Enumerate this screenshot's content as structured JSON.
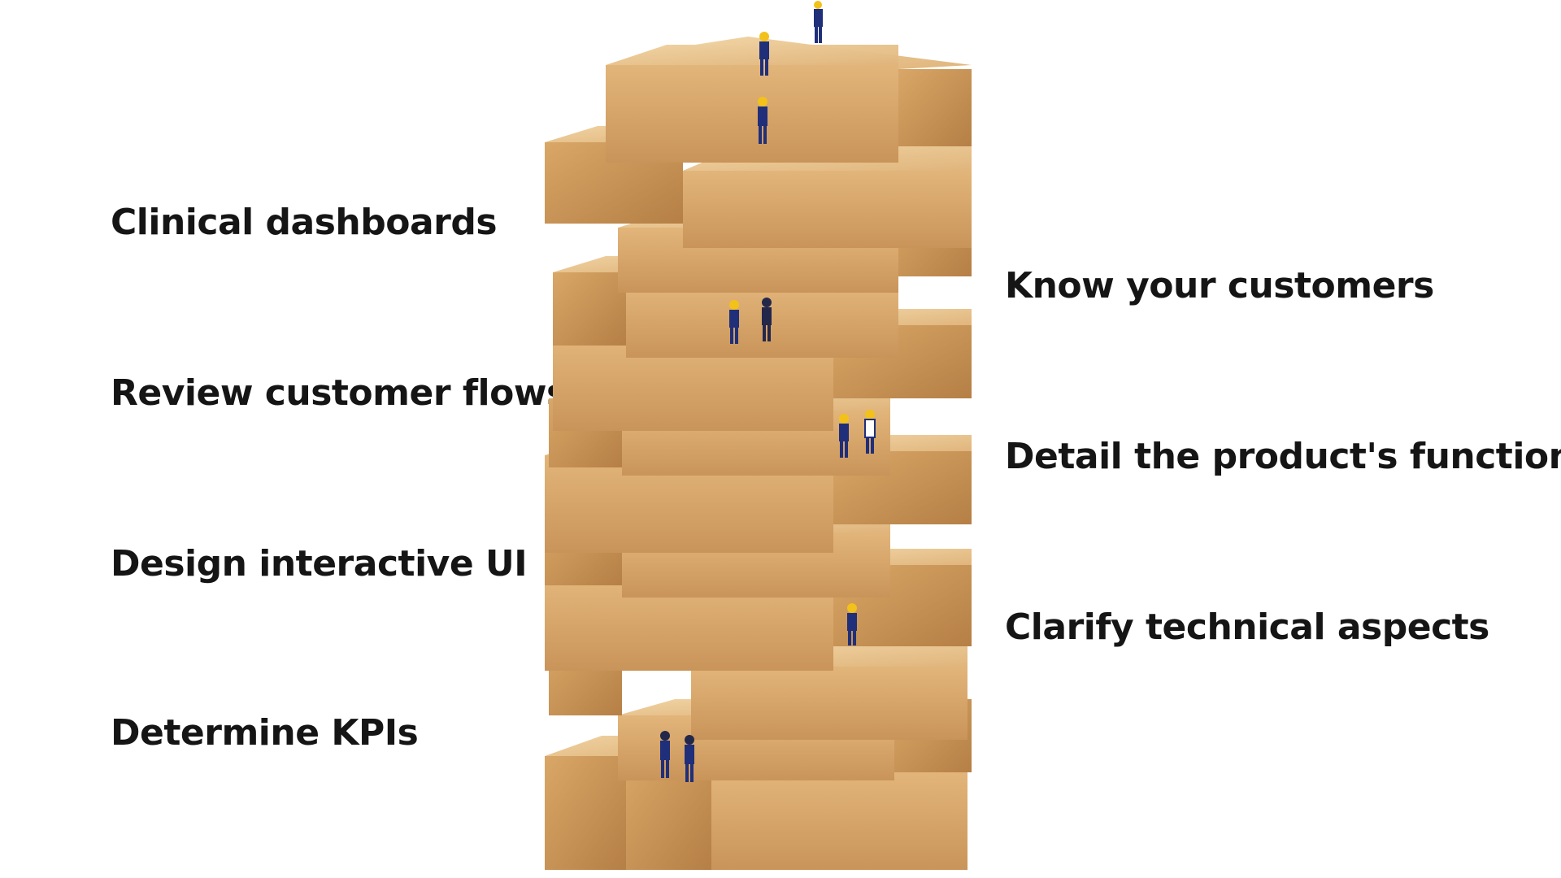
{
  "labels": {
    "left": [
      "Clinical dashboards",
      "Review customer flows",
      "Design interactive UI",
      "Determine KPIs"
    ],
    "right": [
      "Know your customers",
      "Detail the product's functions",
      "Clarify technical aspects"
    ]
  },
  "illustration": {
    "name": "wooden-block-tower-with-miniature-workers",
    "colors": {
      "wood_light": "#e9c48e",
      "wood_mid": "#d7a46a",
      "wood_dark": "#b98349",
      "worker_suit": "#1f2f7a",
      "worker_helmet": "#f2c21b"
    }
  }
}
